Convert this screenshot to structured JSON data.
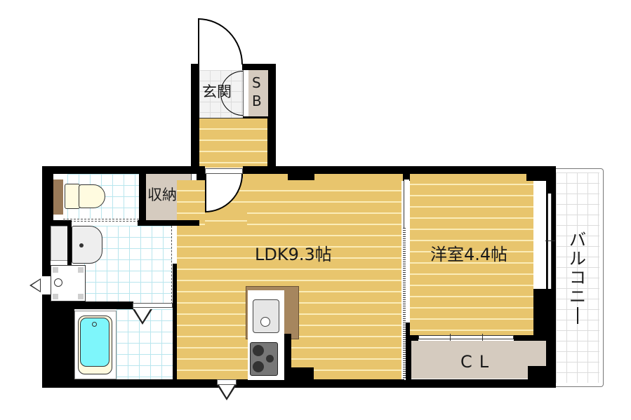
{
  "floor_plan": {
    "rooms": {
      "entrance": {
        "label": "玄関"
      },
      "shoe_box": {
        "label_line1": "S",
        "label_line2": "B"
      },
      "storage": {
        "label": "収納"
      },
      "ldk": {
        "label": "LDK9.3帖"
      },
      "western_room": {
        "label": "洋室4.4帖"
      },
      "closet": {
        "label": "CL"
      },
      "balcony": {
        "label_chars": [
          "バ",
          "ル",
          "コ",
          "ニ",
          "ー"
        ]
      }
    },
    "colors": {
      "wall": "#000000",
      "wood_floor": "#e8c56d",
      "wood_stripe": "#fbecb7",
      "wet_tile_line": "#b9e6ee",
      "storage_fill": "#d5cbbf",
      "bathtub_water": "#7ef6fb",
      "balcony_grid": "#dcdcdc"
    }
  }
}
